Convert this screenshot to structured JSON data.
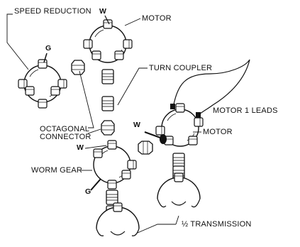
{
  "labels": {
    "speed_reduction": "SPEED REDUCTION",
    "motor_top": "MOTOR",
    "turn_coupler": "TURN COUPLER",
    "octagonal_line1": "OCTAGONAL",
    "octagonal_line2": "CONNECTOR",
    "motor_1_leads": "MOTOR 1 LEADS",
    "motor_right": "MOTOR",
    "worm_gear": "WORM GEAR",
    "half_transmission": "½ TRANSMISSION"
  },
  "markers": {
    "w_top": "W",
    "g_left": "G",
    "w_right": "W",
    "w_mid": "W",
    "g_bottom": "G"
  },
  "colors": {
    "ink": "#111111",
    "paper": "#ffffff"
  }
}
